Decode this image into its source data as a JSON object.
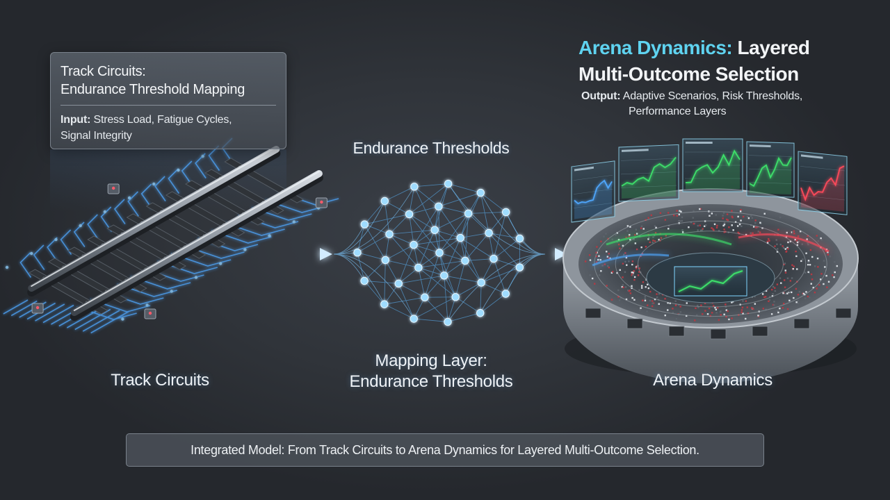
{
  "info_card": {
    "title_line1": "Track Circuits:",
    "title_line2": "Endurance Threshold Mapping",
    "input_label": "Input:",
    "input_line1": "Stress Load, Fatigue Cycles,",
    "input_line2": "Signal Integrity"
  },
  "right_heading": {
    "accent": "Arena Dynamics:",
    "title_rest": "Layered",
    "title_line2": "Multi-Outcome Selection",
    "output_label": "Output:",
    "output_line1": "Adaptive Scenarios, Risk Thresholds,",
    "output_line2": "Performance Layers"
  },
  "center_top": "Endurance Thresholds",
  "labels": {
    "left": "Track Circuits",
    "center_line1": "Mapping Layer:",
    "center_line2": "Endurance Thresholds",
    "right": "Arena Dynamics"
  },
  "caption": "Integrated Model: From Track Circuits to Arena Dynamics for Layered Multi-Outcome Selection.",
  "colors": {
    "background": "#2c3036",
    "accent_cyan": "#5fd3f0",
    "circuit_blue": "#4fa8ff",
    "chart_green": "#3ee06a",
    "chart_red": "#ff4a5a"
  }
}
